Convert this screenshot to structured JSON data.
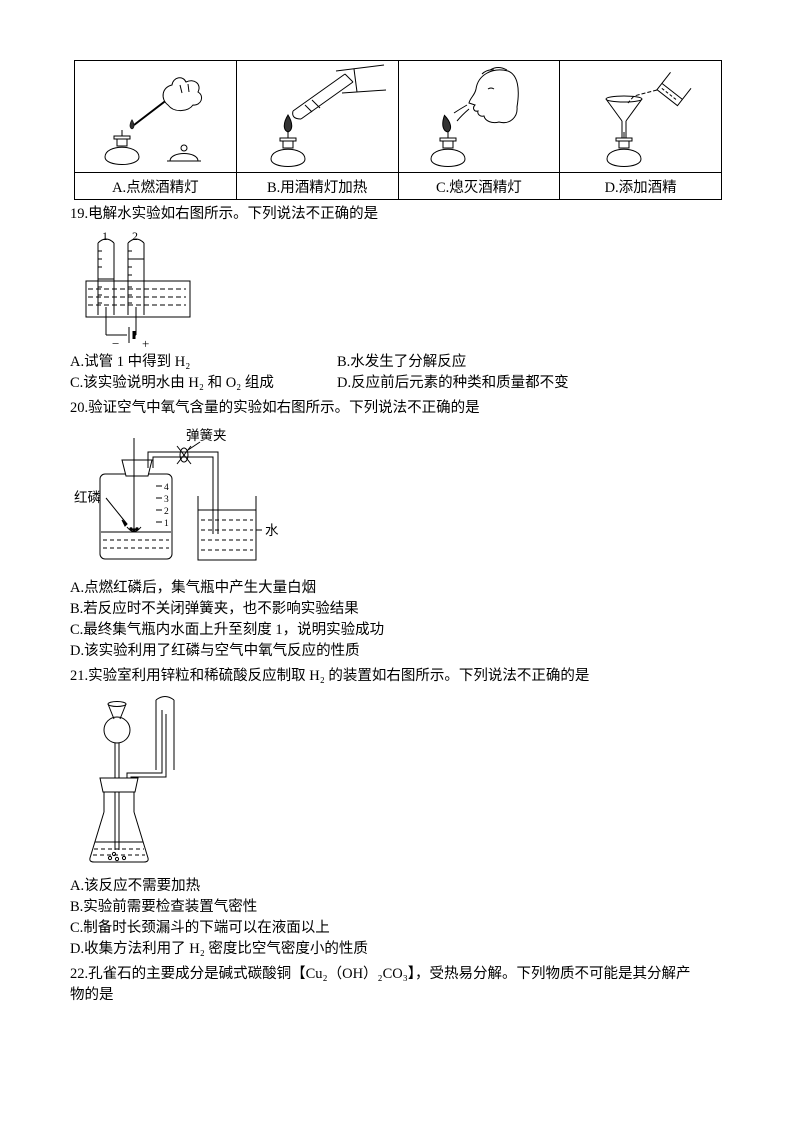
{
  "lamp_table": {
    "items": [
      {
        "label": "A.点燃酒精灯"
      },
      {
        "label": "B.用酒精灯加热"
      },
      {
        "label": "C.熄灭酒精灯"
      },
      {
        "label": "D.添加酒精"
      }
    ]
  },
  "q19": {
    "stem": "19.电解水实验如右图所示。下列说法不正确的是",
    "diagram": {
      "tube1": "1",
      "tube2": "2",
      "negative": "−",
      "positive": "+"
    },
    "options": [
      "A.试管 1 中得到 H₂",
      "B.水发生了分解反应",
      "C.该实验说明水由 H₂ 和 O₂ 组成",
      "D.反应前后元素的种类和质量都不变"
    ]
  },
  "q20": {
    "stem": "20.验证空气中氧气含量的实验如右图所示。下列说法不正确的是",
    "diagram": {
      "clamp": "弹簧夹",
      "red_phosphorus": "红磷",
      "water": "水",
      "scale": [
        "4",
        "3",
        "2",
        "1"
      ]
    },
    "options": [
      "A.点燃红磷后，集气瓶中产生大量白烟",
      "B.若反应时不关闭弹簧夹，也不影响实验结果",
      "C.最终集气瓶内水面上升至刻度 1，说明实验成功",
      "D.该实验利用了红磷与空气中氧气反应的性质"
    ]
  },
  "q21": {
    "stem": "21.实验室利用锌粒和稀硫酸反应制取 H₂ 的装置如右图所示。下列说法不正确的是",
    "options": [
      "A.该反应不需要加热",
      "B.实验前需要检查装置气密性",
      "C.制备时长颈漏斗的下端可以在液面以上",
      "D.收集方法利用了 H₂ 密度比空气密度小的性质"
    ]
  },
  "q22": {
    "stem_line1": "22.孔雀石的主要成分是碱式碳酸铜【Cu₂（OH）₂CO₃】，受热易分解。下列物质不可能是其分解产",
    "stem_line2": "物的是"
  }
}
